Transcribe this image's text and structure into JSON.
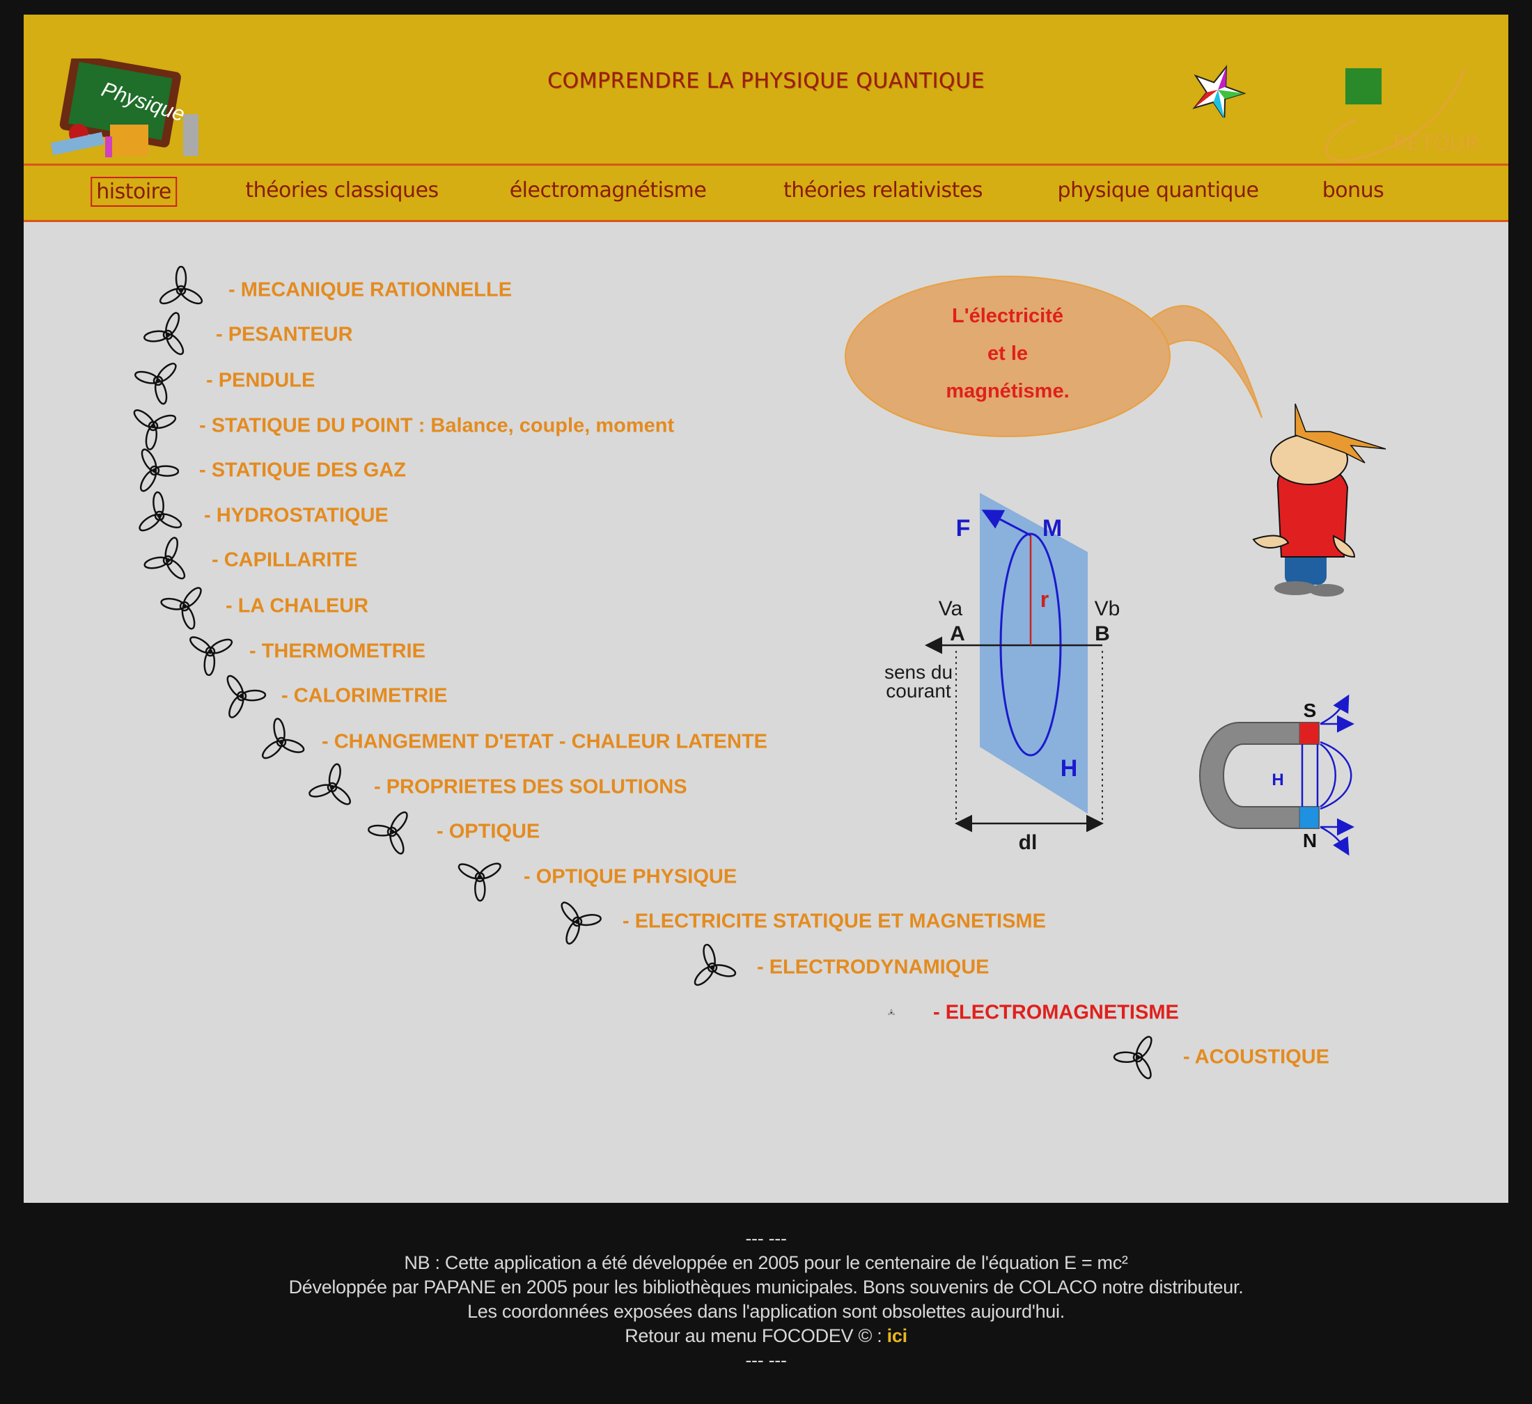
{
  "header": {
    "title": "COMPRENDRE LA PHYSIQUE QUANTIQUE",
    "logo_text": "Physique",
    "retour_label": "RETOUR"
  },
  "nav": {
    "items": [
      {
        "label": "histoire",
        "active": true
      },
      {
        "label": "théories classiques"
      },
      {
        "label": "électromagnétisme"
      },
      {
        "label": "théories relativistes"
      },
      {
        "label": "physique quantique"
      },
      {
        "label": "bonus"
      }
    ]
  },
  "menu": {
    "items": [
      {
        "label": "- MECANIQUE RATIONNELLE"
      },
      {
        "label": "- PESANTEUR"
      },
      {
        "label": "- PENDULE"
      },
      {
        "label": "- STATIQUE DU POINT : Balance, couple, moment"
      },
      {
        "label": "- STATIQUE DES GAZ"
      },
      {
        "label": "- HYDROSTATIQUE"
      },
      {
        "label": "- CAPILLARITE"
      },
      {
        "label": "- LA CHALEUR"
      },
      {
        "label": "- THERMOMETRIE"
      },
      {
        "label": "- CALORIMETRIE"
      },
      {
        "label": "- CHANGEMENT D'ETAT - CHALEUR LATENTE"
      },
      {
        "label": "- PROPRIETES DES SOLUTIONS"
      },
      {
        "label": "- OPTIQUE"
      },
      {
        "label": "- OPTIQUE PHYSIQUE"
      },
      {
        "label": "- ELECTRICITE STATIQUE ET MAGNETISME"
      },
      {
        "label": "- ELECTRODYNAMIQUE"
      },
      {
        "label": "- ELECTROMAGNETISME",
        "active": true
      },
      {
        "label": "- ACOUSTIQUE"
      }
    ]
  },
  "bubble": {
    "lines": [
      "L'électricité",
      "et le",
      "magnétisme."
    ]
  },
  "diagram": {
    "F": "F",
    "M": "M",
    "r": "r",
    "Va": "Va",
    "Vb": "Vb",
    "A": "A",
    "B": "B",
    "sens1": "sens du",
    "sens2": "courant",
    "H": "H",
    "dl": "dl"
  },
  "magnet": {
    "S": "S",
    "N": "N",
    "H": "H"
  },
  "footer": {
    "sep": "--- ---",
    "line1": "NB : Cette application a été développée en 2005 pour le centenaire de l'équation E = mc²",
    "line2": "Développée par PAPANE en 2005 pour les bibliothèques municipales. Bons souvenirs de COLACO notre distributeur.",
    "line3": "Les coordonnées exposées dans l'application sont obsolettes aujourd'hui.",
    "line4_prefix": "Retour au menu FOCODEV © : ",
    "line4_link": "ici"
  },
  "colors": {
    "header_bg": "#d4ae12",
    "nav_text": "#8b1a0a",
    "menu_text": "#e48b1f",
    "menu_active": "#e0201c",
    "content_bg": "#d9d9d9"
  }
}
